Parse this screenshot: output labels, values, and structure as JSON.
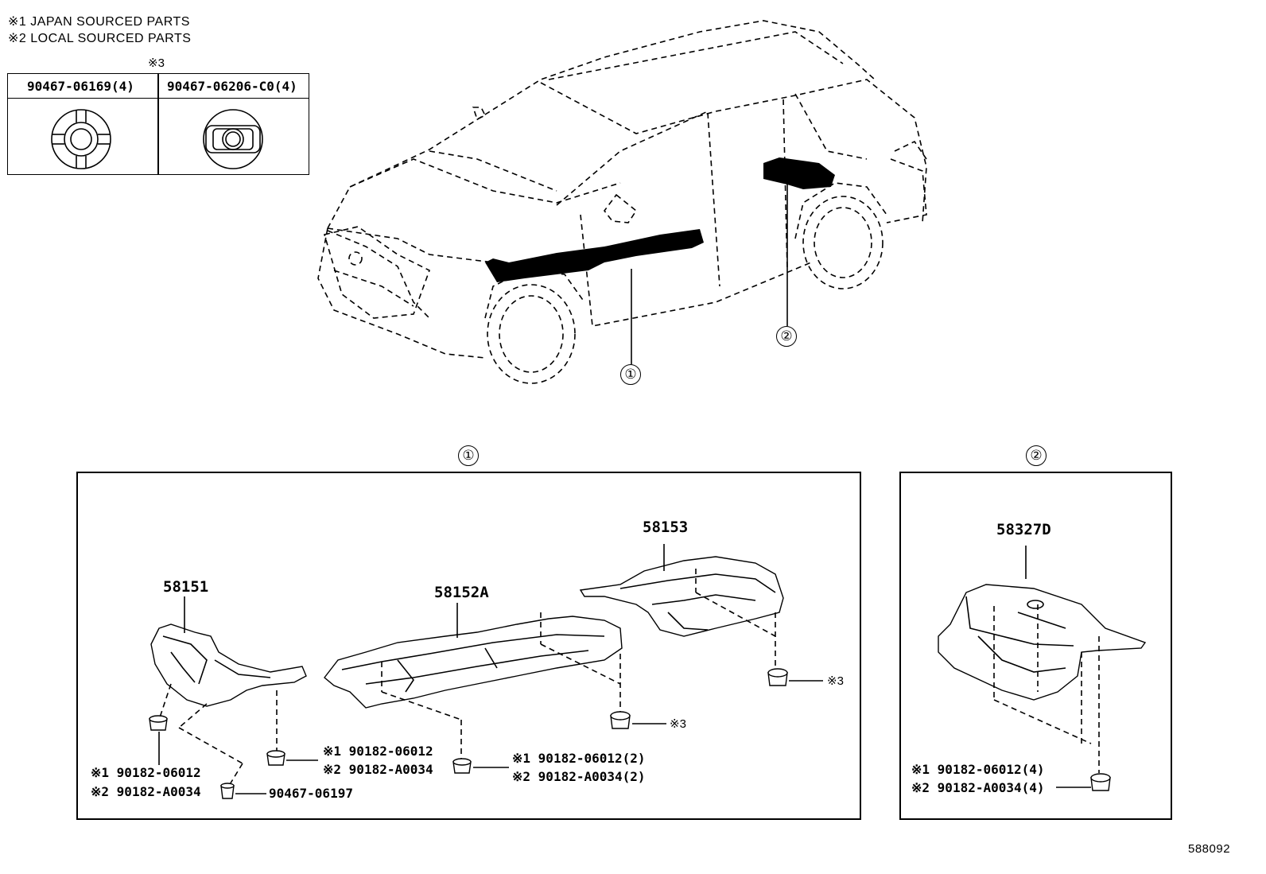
{
  "notes": {
    "note1": "※1 JAPAN SOURCED PARTS",
    "note2": "※2 LOCAL SOURCED PARTS",
    "note3_mark": "※3"
  },
  "clip_table": {
    "col1_part": "90467-06169(4)",
    "col2_part": "90467-06206-C0(4)"
  },
  "callouts": {
    "one": "①",
    "two": "②"
  },
  "group1": {
    "callout": "①",
    "part_58151": "58151",
    "part_58152A": "58152A",
    "part_58153": "58153",
    "clip_a_j": "※1 90182-06012",
    "clip_a_l": "※2 90182-A0034",
    "clip_b_j": "※1 90182-06012",
    "clip_b_l": "※2 90182-A0034",
    "clip_c_j": "※1 90182-06012(2)",
    "clip_c_l": "※2 90182-A0034(2)",
    "clip_d": "90467-06197",
    "mark3a": "※3",
    "mark3b": "※3"
  },
  "group2": {
    "callout": "②",
    "part_58327D": "58327D",
    "clip_j": "※1 90182-06012(4)",
    "clip_l": "※2 90182-A0034(4)"
  },
  "figure_id": "588092"
}
